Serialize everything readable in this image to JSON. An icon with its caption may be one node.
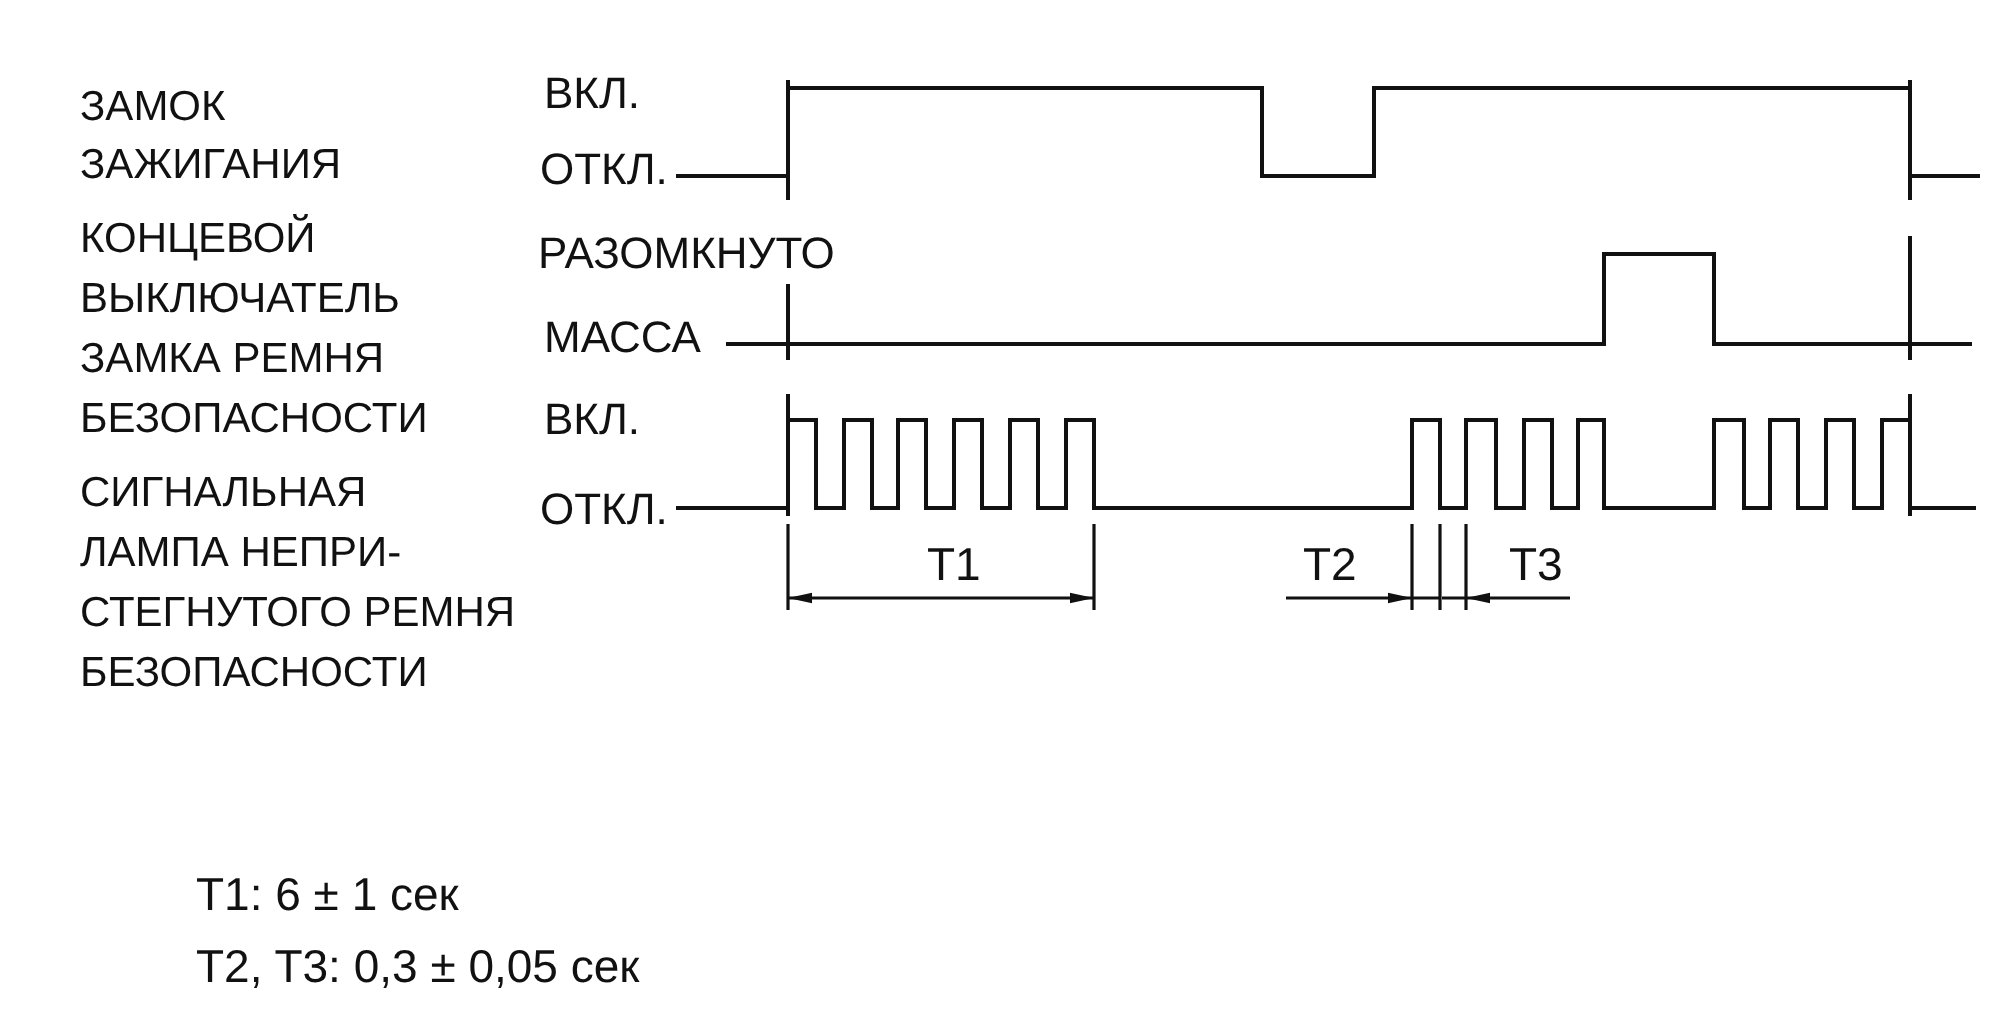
{
  "diagram": {
    "labels": [
      "ЗАМОК ЗАЖИГАНИЯ",
      "ВКЛ.",
      "ОТКЛ.",
      "КОНЦЕВОЙ ВЫКЛЮЧАТЕЛЬ ЗАМКА РЕМНЯ БЕЗОПАСНОСТИ",
      "РАЗОМКНУТО",
      "МАССА",
      "ВКЛ.",
      "СИГНАЛЬНАЯ ЛАМПА НЕПРИ- СТЕГНУТОГО РЕМНЯ БЕЗОПАСНОСТИ",
      "ОТКЛ.",
      "T1",
      "T2",
      "T3",
      "T1: 6 ± 1 сек",
      "T2, T3: 0,3 ± 0,05 сек"
    ]
  }
}
